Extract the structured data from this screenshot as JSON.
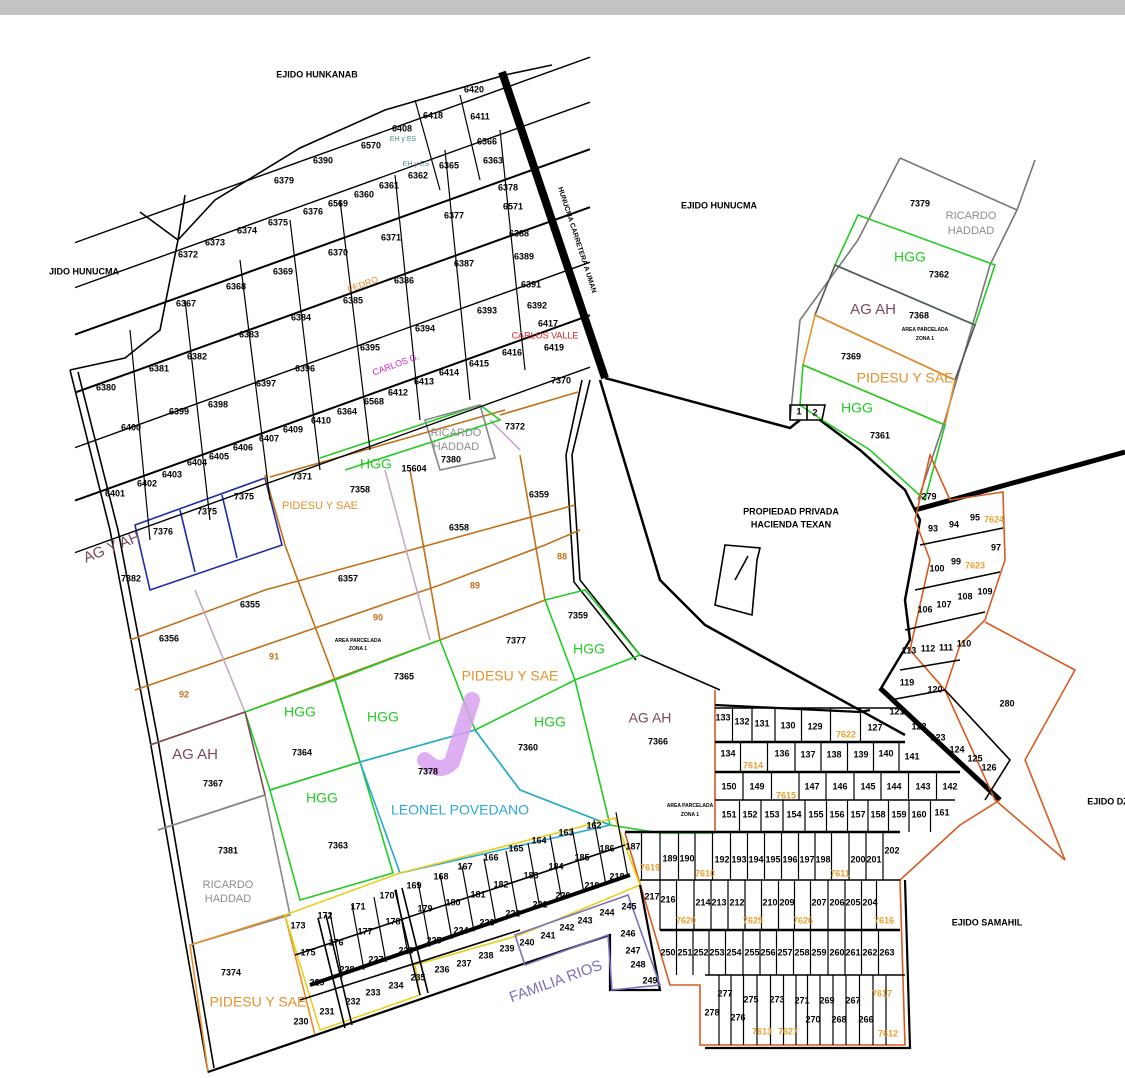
{
  "regions": {
    "ejido_hunkanab": "EJIDO HUNKANAB",
    "ejido_hunucma_west": "JIDO HUNUCMA",
    "ejido_hunucma": "EJIDO HUNUCMA",
    "ejido_samahil": "EJIDO SAMAHIL",
    "ejido_dz": "EJIDO DZ",
    "highway": "HUNUCMA CARRETERA A UMAN",
    "hacienda_line1": "PROPIEDAD PRIVADA",
    "hacienda_line2": "HACIENDA TEXAN",
    "area_parcelada_line1": "AREA PARCELADA",
    "area_parcelada_line2": "ZONA 1"
  },
  "colors": {
    "hgg": "#22cc22",
    "pidesu": "#e8902a",
    "ag_ah": "#7a4a5a",
    "ricardo": "#8c8c8c",
    "leonel": "#2aa8d8",
    "carlos_g": "#cc22cc",
    "carlos_valle": "#dd2222",
    "pedro": "#d8902a",
    "eh_es": "#22a8a8",
    "familia_rios": "#7a70c0",
    "orange_number": "#e8a030",
    "brown_number": "#c07018",
    "checkmark": "#d8a0f0"
  },
  "owners": [
    {
      "text": "EH y ES",
      "color": "#4a8a8a"
    },
    {
      "text": "EH y ES",
      "color": "#4a8a8a"
    },
    {
      "text": "PEDRO",
      "color": "#e8902a"
    },
    {
      "text": "CARLOS G.",
      "color": "#cc22cc"
    },
    {
      "text": "CARLOS VALLE",
      "color": "#dd2222"
    },
    {
      "text": "RICARDO",
      "color": "#8c8c8c"
    },
    {
      "text": "HADDAD",
      "color": "#8c8c8c"
    },
    {
      "text": "HGG",
      "color": "#22cc22"
    },
    {
      "text": "PIDESU Y SAE",
      "color": "#e8902a"
    },
    {
      "text": "AG Y AH",
      "color": "#7a4a5a"
    },
    {
      "text": "AG AH",
      "color": "#7a4a5a"
    },
    {
      "text": "HGG",
      "color": "#22cc22"
    },
    {
      "text": "HGG",
      "color": "#22cc22"
    },
    {
      "text": "HGG",
      "color": "#22cc22"
    },
    {
      "text": "HGG",
      "color": "#22cc22"
    },
    {
      "text": "HGG",
      "color": "#22cc22"
    },
    {
      "text": "PIDESU Y SAE",
      "color": "#e8902a"
    },
    {
      "text": "LEONEL POVEDANO",
      "color": "#2aa8d8"
    },
    {
      "text": "AG AH",
      "color": "#7a4a5a"
    },
    {
      "text": "RICARDO",
      "color": "#8c8c8c"
    },
    {
      "text": "HADDAD",
      "color": "#8c8c8c"
    },
    {
      "text": "PIDESU Y SAE",
      "color": "#e8902a"
    },
    {
      "text": "FAMILIA RIOS",
      "color": "#7a70c0"
    },
    {
      "text": "RICARDO",
      "color": "#8c8c8c"
    },
    {
      "text": "HADDAD",
      "color": "#8c8c8c"
    },
    {
      "text": "HGG",
      "color": "#22cc22"
    },
    {
      "text": "AG AH",
      "color": "#7a4a5a"
    },
    {
      "text": "PIDESU Y SAE",
      "color": "#e8902a"
    },
    {
      "text": "HGG",
      "color": "#22cc22"
    }
  ],
  "parcels": [
    "6420",
    "6418",
    "6411",
    "6408",
    "6570",
    "6366",
    "6365",
    "6363",
    "6362",
    "6390",
    "6379",
    "6361",
    "6360",
    "6569",
    "6376",
    "6378",
    "6571",
    "6377",
    "6375",
    "6374",
    "6373",
    "6372",
    "6371",
    "6370",
    "6388",
    "6389",
    "6387",
    "6369",
    "6368",
    "6386",
    "6385",
    "6367",
    "6391",
    "6393",
    "6392",
    "6384",
    "6383",
    "6394",
    "6417",
    "6419",
    "6395",
    "6416",
    "6415",
    "6382",
    "6381",
    "6396",
    "6397",
    "6414",
    "6413",
    "6412",
    "6380",
    "6398",
    "6399",
    "6568",
    "6364",
    "6410",
    "6409",
    "6407",
    "6406",
    "6400",
    "6405",
    "6404",
    "6403",
    "6402",
    "6401",
    "7370",
    "7372",
    "7380",
    "15604",
    "7371",
    "7358",
    "6359",
    "7375",
    "7375",
    "7376",
    "7382",
    "6358",
    "6357",
    "6355",
    "6356",
    "7359",
    "7377",
    "7365",
    "7364",
    "7360",
    "7378",
    "7367",
    "7363",
    "7381",
    "7374",
    "7366",
    "7379",
    "7362",
    "7368",
    "7369",
    "7361",
    "1",
    "2",
    "279",
    "93",
    "94",
    "95",
    "97",
    "100",
    "99",
    "109",
    "108",
    "107",
    "106",
    "113",
    "112",
    "111",
    "110",
    "119",
    "120",
    "280",
    "121",
    "122",
    "123",
    "124",
    "125",
    "126",
    "133",
    "132",
    "131",
    "130",
    "129",
    "127",
    "134",
    "136",
    "137",
    "138",
    "139",
    "140",
    "141",
    "150",
    "149",
    "147",
    "146",
    "145",
    "144",
    "143",
    "142",
    "151",
    "152",
    "153",
    "154",
    "155",
    "156",
    "157",
    "158",
    "159",
    "160",
    "161",
    "187",
    "189",
    "190",
    "192",
    "193",
    "194",
    "195",
    "196",
    "197",
    "198",
    "200",
    "201",
    "202",
    "217",
    "216",
    "214",
    "213",
    "212",
    "210",
    "209",
    "207",
    "206",
    "205",
    "204",
    "250",
    "251",
    "252",
    "253",
    "254",
    "255",
    "256",
    "257",
    "258",
    "259",
    "260",
    "261",
    "262",
    "263",
    "278",
    "277",
    "276",
    "275",
    "273",
    "271",
    "270",
    "269",
    "268",
    "267",
    "266",
    "162",
    "163",
    "164",
    "165",
    "166",
    "167",
    "168",
    "169",
    "186",
    "185",
    "184",
    "183",
    "182",
    "181",
    "180",
    "179",
    "178",
    "170",
    "171",
    "172",
    "173",
    "218",
    "219",
    "220",
    "221",
    "222",
    "223",
    "224",
    "225",
    "226",
    "227",
    "228",
    "177",
    "176",
    "175",
    "229",
    "230",
    "231",
    "232",
    "233",
    "234",
    "235",
    "236",
    "237",
    "238",
    "239",
    "240",
    "241",
    "242",
    "243",
    "244",
    "245",
    "246",
    "247",
    "248",
    "249"
  ],
  "colored_parcels": [
    {
      "text": "88",
      "color": "#c07018"
    },
    {
      "text": "89",
      "color": "#c07018"
    },
    {
      "text": "90",
      "color": "#c07018"
    },
    {
      "text": "91",
      "color": "#c07018"
    },
    {
      "text": "92",
      "color": "#c07018"
    },
    {
      "text": "7624",
      "color": "#e8a030"
    },
    {
      "text": "7623",
      "color": "#e8a030"
    },
    {
      "text": "7622",
      "color": "#e8a030"
    },
    {
      "text": "7614",
      "color": "#e8a030"
    },
    {
      "text": "7615",
      "color": "#e8a030"
    },
    {
      "text": "7619",
      "color": "#e8a030"
    },
    {
      "text": "7610",
      "color": "#e8a030"
    },
    {
      "text": "7611",
      "color": "#e8a030"
    },
    {
      "text": "7620",
      "color": "#e8a030"
    },
    {
      "text": "7625",
      "color": "#e8a030"
    },
    {
      "text": "7626",
      "color": "#e8a030"
    },
    {
      "text": "7616",
      "color": "#e8a030"
    },
    {
      "text": "7617",
      "color": "#e8a030"
    },
    {
      "text": "7613",
      "color": "#e8a030"
    },
    {
      "text": "7627",
      "color": "#e8a030"
    },
    {
      "text": "7612",
      "color": "#e8a030"
    }
  ]
}
